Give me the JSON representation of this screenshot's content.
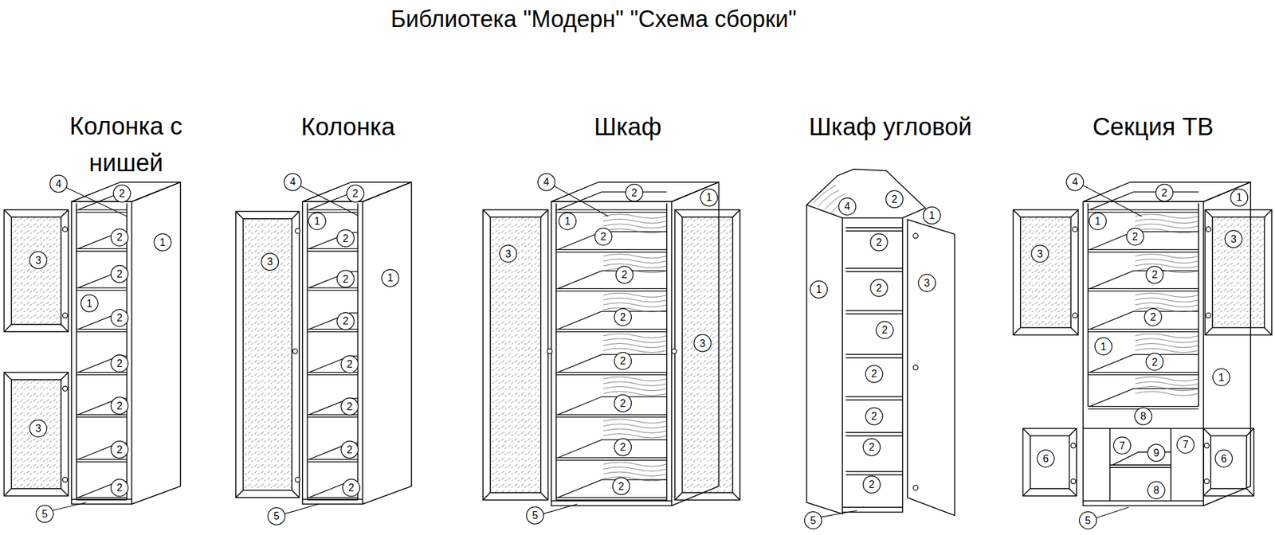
{
  "diagram": {
    "title": "Библиотека \"Модерн\" \"Схема сборки\"",
    "labels": [
      "Колонка с нишей",
      "Колонка",
      "Шкаф",
      "Шкаф угловой",
      "Секция ТВ",
      "4",
      "2",
      "2",
      "1",
      "3",
      "2",
      "1",
      "2",
      "2",
      "2",
      "3",
      "2",
      "2",
      "5",
      "4",
      "2",
      "1",
      "2",
      "3",
      "2",
      "1",
      "2",
      "2",
      "2",
      "2",
      "2",
      "5",
      "4",
      "2",
      "1",
      "1",
      "2",
      "3",
      "2",
      "2",
      "3",
      "2",
      "2",
      "2",
      "2",
      "5",
      "4",
      "2",
      "1",
      "2",
      "3",
      "1",
      "2",
      "2",
      "2",
      "2",
      "2",
      "2",
      "5",
      "4",
      "2",
      "1",
      "1",
      "2",
      "3",
      "3",
      "2",
      "2",
      "1",
      "2",
      "1",
      "8",
      "6",
      "7",
      "9",
      "7",
      "6",
      "8",
      "5"
    ]
  }
}
